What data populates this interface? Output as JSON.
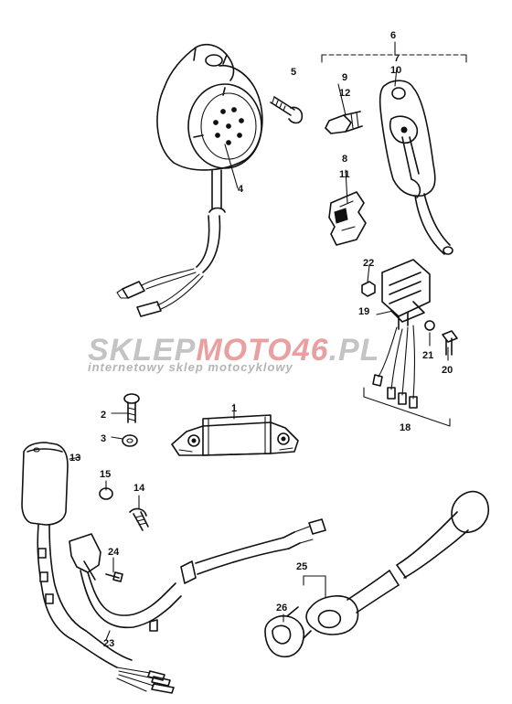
{
  "callouts": {
    "n1": "1",
    "n2": "2",
    "n3": "3",
    "n4": "4",
    "n5": "5",
    "n6": "6",
    "n7": "7",
    "n8": "8",
    "n9": "9",
    "n10": "10",
    "n11": "11",
    "n12": "12",
    "n13": "13",
    "n14": "14",
    "n15": "15",
    "n18": "18",
    "n19": "19",
    "n20": "20",
    "n21": "21",
    "n22": "22",
    "n23": "23",
    "n24": "24",
    "n25": "25",
    "n26": "26"
  },
  "watermark": {
    "brand_part1": "SKLEP",
    "brand_part2": "MOTO",
    "brand_part3": "46",
    "brand_part4": ".PL",
    "tagline": "internetowy sklep motocyklowy",
    "color_gray": "#c4c4c4",
    "color_red": "#e9a0a0"
  }
}
